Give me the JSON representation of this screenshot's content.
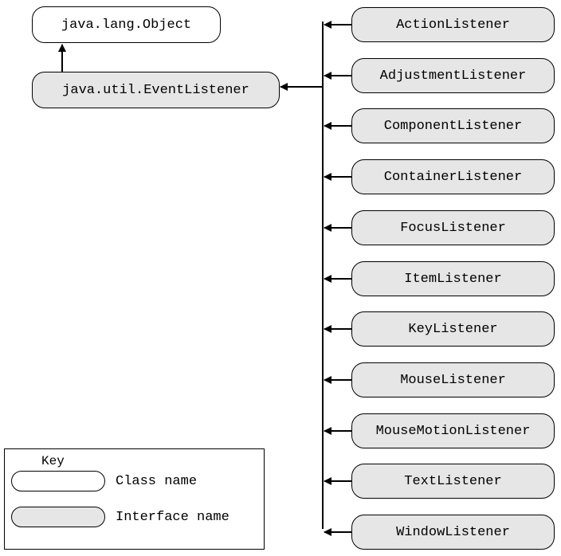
{
  "classes": {
    "object": "java.lang.Object"
  },
  "interfaces": {
    "event_listener": "java.util.EventListener",
    "listeners": [
      "ActionListener",
      "AdjustmentListener",
      "ComponentListener",
      "ContainerListener",
      "FocusListener",
      "ItemListener",
      "KeyListener",
      "MouseListener",
      "MouseMotionListener",
      "TextListener",
      "WindowListener"
    ]
  },
  "key": {
    "title": "Key",
    "class_label": "Class name",
    "interface_label": "Interface name"
  },
  "colors": {
    "class_fill": "#ffffff",
    "interface_fill": "#e6e6e6",
    "line": "#000000"
  }
}
